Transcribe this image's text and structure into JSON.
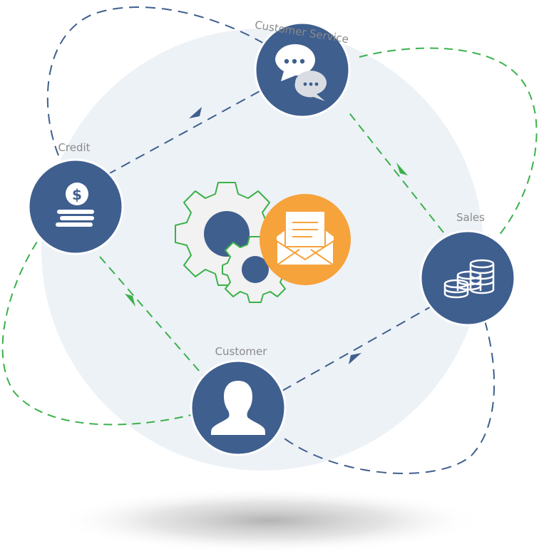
{
  "diagram": {
    "nodes": {
      "customer_service": {
        "label": "Customer Service",
        "icon": "chat-bubbles-icon"
      },
      "credit": {
        "label": "Credit",
        "icon": "dollar-coins-icon"
      },
      "sales": {
        "label": "Sales",
        "icon": "coin-stacks-icon"
      },
      "customer": {
        "label": "Customer",
        "icon": "person-silhouette-icon"
      }
    },
    "center": {
      "icons": [
        "gears-icon",
        "open-envelope-icon"
      ]
    },
    "colors": {
      "node_fill": "#3f5f8f",
      "backdrop": "#edf2f7",
      "green_flow": "#3bb14a",
      "blue_flow": "#3f5f8f",
      "envelope_badge": "#f6a33c",
      "gear_fill": "#f2f2f2"
    }
  }
}
